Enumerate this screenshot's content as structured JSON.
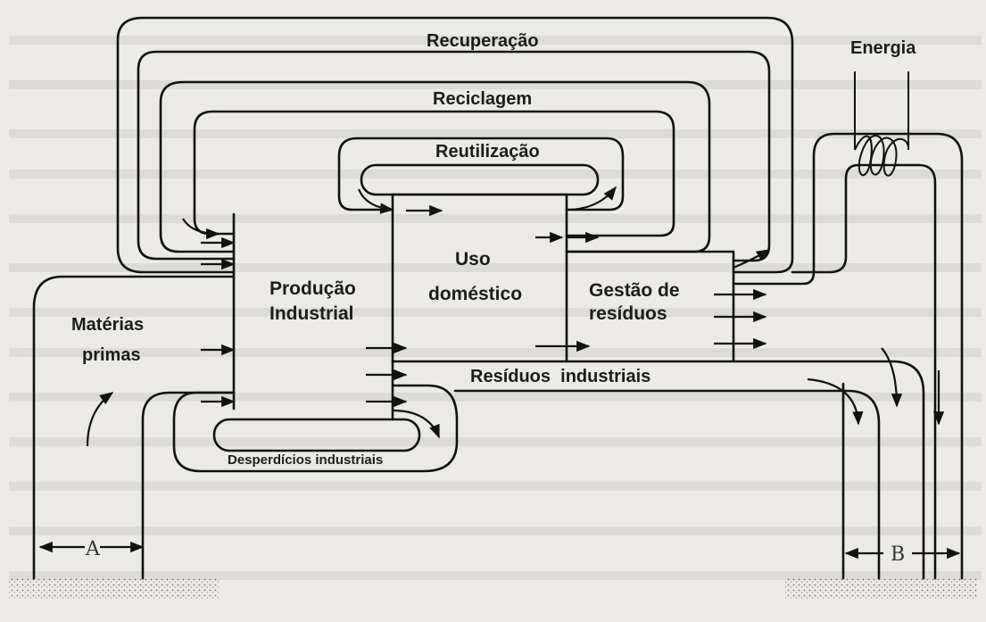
{
  "labels": {
    "recuperacao": "Recuperação",
    "reciclagem": "Reciclagem",
    "reutilizacao": "Reutilização",
    "energia": "Energia",
    "materias": "Matérias",
    "primas": "primas",
    "producao": "Produção",
    "industrial": "Industrial",
    "uso": "Uso",
    "domestico": "doméstico",
    "gestao": "Gestão de",
    "residuos": "resíduos",
    "residuos_industriais": "Resíduos  industriais",
    "desperdicios": "Desperdícios industriais",
    "dim_a": "A",
    "dim_b": "B"
  },
  "colors": {
    "ink": "#111111",
    "paper": "#eceae6",
    "ground": "#8a8781"
  }
}
